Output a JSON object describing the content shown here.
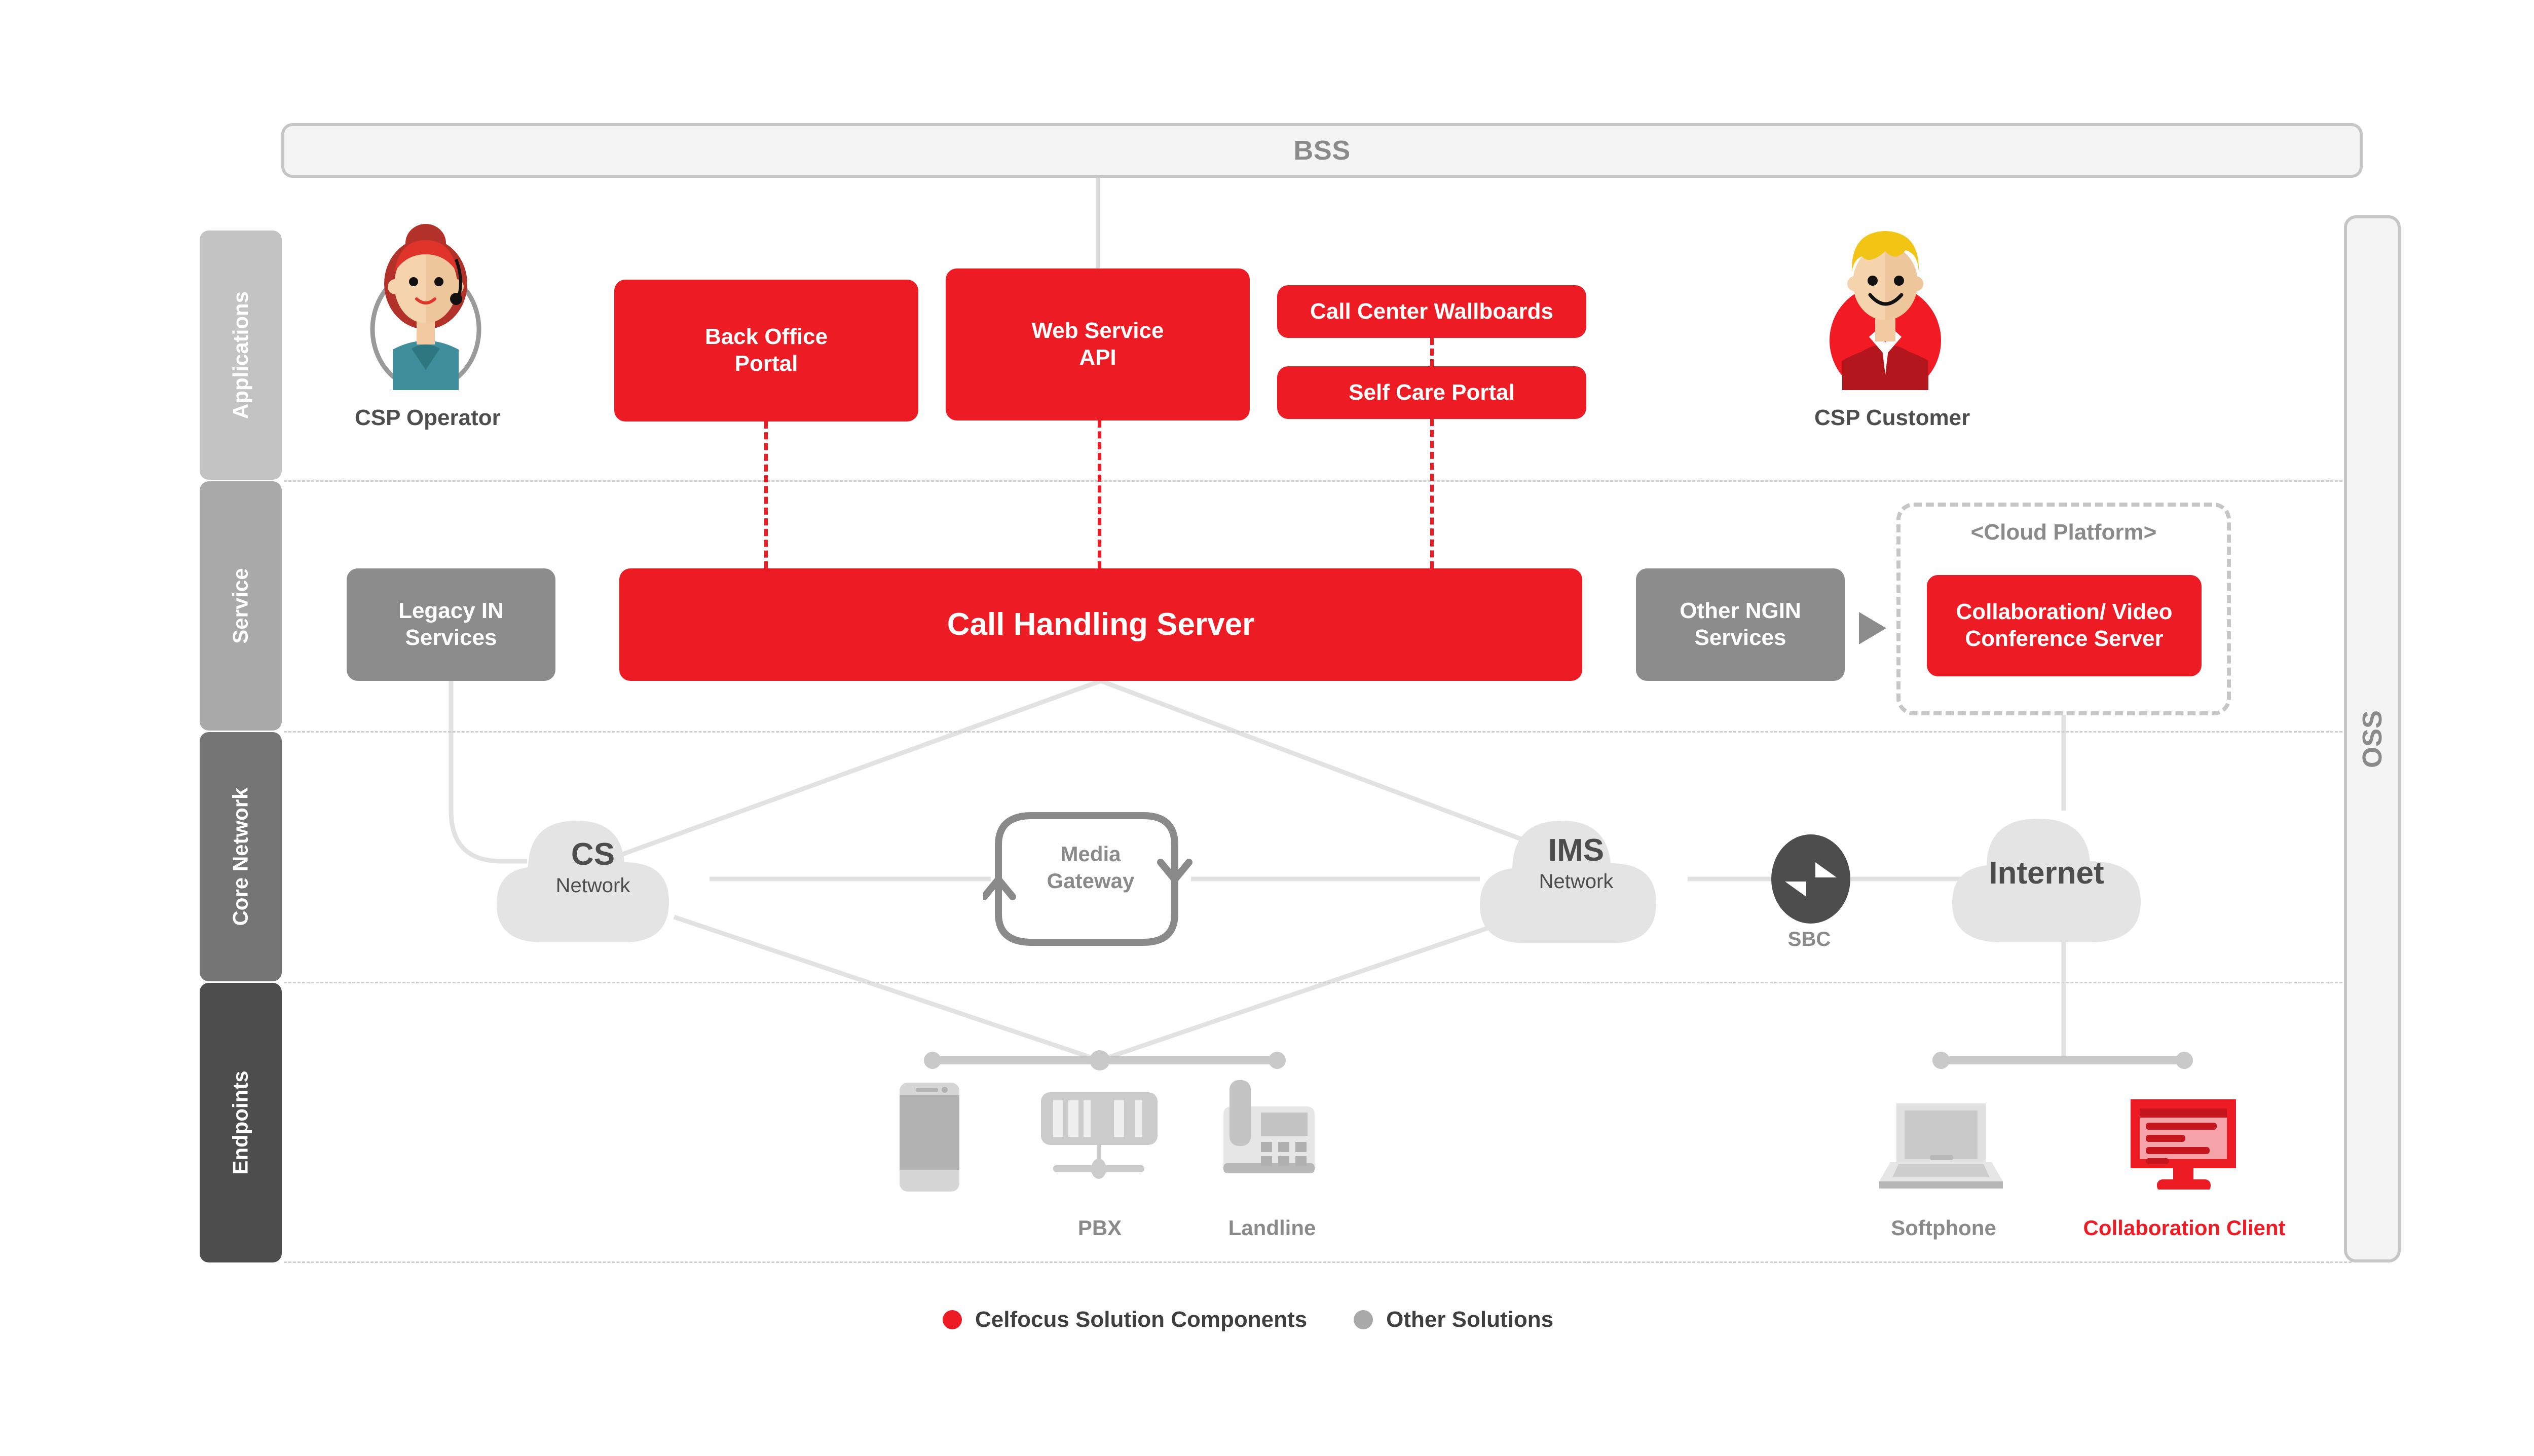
{
  "diagram": {
    "title": "BSS",
    "bss": {
      "label": "BSS"
    },
    "oss": {
      "label": "OSS"
    }
  },
  "layers": [
    {
      "id": "applications",
      "label": "Applications",
      "color": "#c3c3c3"
    },
    {
      "id": "service",
      "label": "Service",
      "color": "#a9a9a9"
    },
    {
      "id": "core-network",
      "label": "Core Network",
      "color": "#757575"
    },
    {
      "id": "endpoints",
      "label": "Endpoints",
      "color": "#4d4d4d"
    }
  ],
  "personas": [
    {
      "id": "csp-operator",
      "label": "CSP Operator"
    },
    {
      "id": "csp-customer",
      "label": "CSP Customer"
    }
  ],
  "applications": [
    {
      "id": "back-office-portal",
      "label": "Back Office\nPortal",
      "line1": "Back Office",
      "line2": "Portal",
      "type": "celfocus"
    },
    {
      "id": "web-service-api",
      "label": "Web Service\nAPI",
      "line1": "Web Service",
      "line2": "API",
      "type": "celfocus"
    },
    {
      "id": "call-center-wallboards",
      "label": "Call Center Wallboards",
      "type": "celfocus"
    },
    {
      "id": "self-care-portal",
      "label": "Self Care Portal",
      "type": "celfocus"
    }
  ],
  "services": [
    {
      "id": "legacy-in-services",
      "line1": "Legacy IN",
      "line2": "Services",
      "type": "other"
    },
    {
      "id": "call-handling-server",
      "label": "Call Handling Server",
      "type": "celfocus"
    },
    {
      "id": "other-ngin-services",
      "line1": "Other NGIN",
      "line2": "Services",
      "type": "other"
    },
    {
      "id": "collaboration-video-conference-server",
      "line1": "Collaboration/ Video",
      "line2": "Conference Server",
      "type": "celfocus"
    }
  ],
  "cloud_platform": {
    "label": "<Cloud Platform>"
  },
  "core_network": [
    {
      "id": "cs-network",
      "line1": "CS",
      "line2": "Network",
      "shape": "cloud"
    },
    {
      "id": "media-gateway",
      "line1": "Media",
      "line2": "Gateway",
      "shape": "gateway"
    },
    {
      "id": "ims-network",
      "line1": "IMS",
      "line2": "Network",
      "shape": "cloud"
    },
    {
      "id": "sbc",
      "label": "SBC",
      "shape": "circle-arrows"
    },
    {
      "id": "internet",
      "line1": "Internet",
      "line2": "",
      "shape": "cloud"
    }
  ],
  "endpoints": [
    {
      "id": "mobile",
      "label": "",
      "type": "other"
    },
    {
      "id": "pbx",
      "label": "PBX",
      "type": "other"
    },
    {
      "id": "landline",
      "label": "Landline",
      "type": "other"
    },
    {
      "id": "softphone",
      "label": "Softphone",
      "type": "other"
    },
    {
      "id": "collaboration-client",
      "label": "Collaboration Client",
      "type": "celfocus"
    }
  ],
  "legend": [
    {
      "id": "celfocus",
      "label": "Celfocus Solution Components",
      "color": "#ED1C24"
    },
    {
      "id": "other",
      "label": "Other Solutions",
      "color": "#a9a9a9"
    }
  ],
  "colors": {
    "celfocus_red": "#ED1C24",
    "other_gray": "#8C8C8C",
    "cloud_gray": "#e4e4e4",
    "line_gray": "#d9d9d9",
    "dark_gray": "#4d4d4d"
  }
}
